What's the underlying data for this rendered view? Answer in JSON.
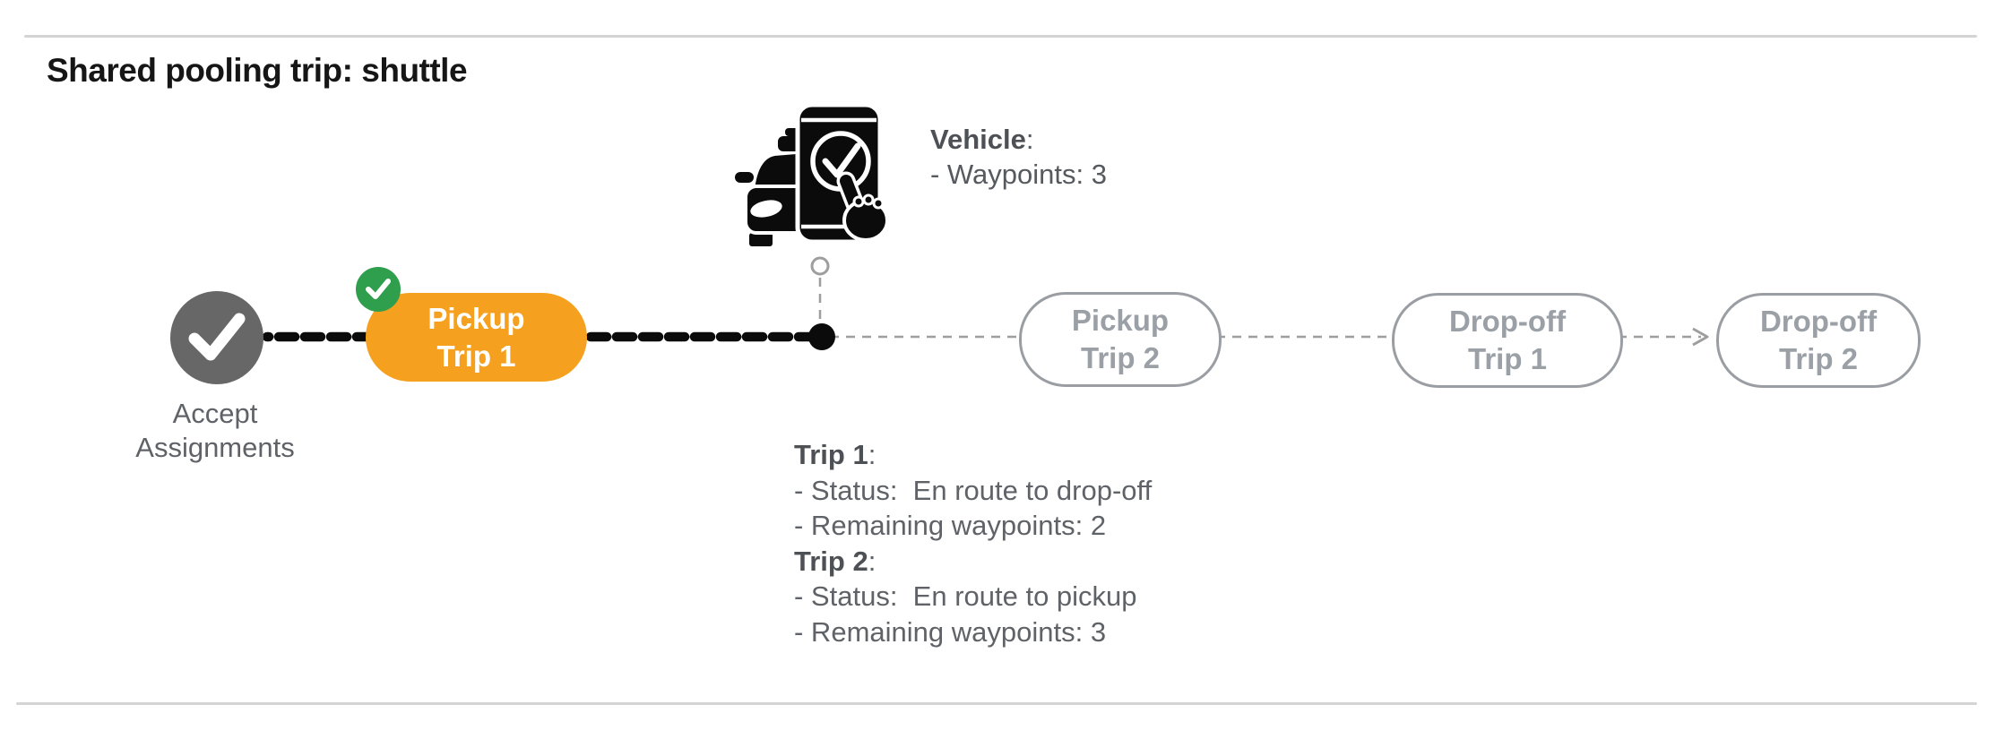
{
  "title": "Shared pooling trip: shuttle",
  "colors": {
    "active_pill_orange": "#F5A01E",
    "completed_green": "#2F9E4D",
    "completed_node_gray": "#676767",
    "ghost_pill_gray": "#9AA0A6",
    "text_gray": "#5F6368",
    "route_black": "#0B0B0B",
    "pending_route_gray": "#9E9E9E",
    "divider_gray": "#D4D4D4"
  },
  "icons": {
    "accept_node": "check-icon",
    "pickup_trip1_badge": "check-badge-icon",
    "vehicle": "vehicle-phone-check-icon",
    "current_position": "current-position-dot",
    "vehicle_anchor": "small-circle-node",
    "next_hop_arrow": "arrow-right-icon"
  },
  "timeline": {
    "accept_node": {
      "label_line1": "Accept",
      "label_line2": "Assignments",
      "state": "completed"
    },
    "stops": [
      {
        "id": "pickup-trip-1",
        "line1": "Pickup",
        "line2": "Trip 1",
        "state": "completed"
      },
      {
        "id": "pickup-trip-2",
        "line1": "Pickup",
        "line2": "Trip 2",
        "state": "upcoming"
      },
      {
        "id": "dropoff-trip-1",
        "line1": "Drop-off",
        "line2": "Trip 1",
        "state": "upcoming"
      },
      {
        "id": "dropoff-trip-2",
        "line1": "Drop-off",
        "line2": "Trip 2",
        "state": "upcoming"
      }
    ]
  },
  "vehicle_info": {
    "heading": "Vehicle",
    "suffix": ":",
    "lines": [
      "- Waypoints: 3"
    ]
  },
  "trip_status": [
    {
      "heading": "Trip 1",
      "suffix": ":",
      "lines": [
        "- Status:  En route to drop-off",
        "- Remaining waypoints: 2"
      ]
    },
    {
      "heading": "Trip 2",
      "suffix": ":",
      "lines": [
        "- Status:  En route to pickup",
        "- Remaining waypoints: 3"
      ]
    }
  ]
}
